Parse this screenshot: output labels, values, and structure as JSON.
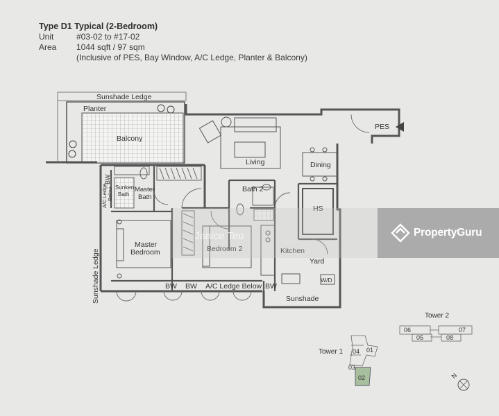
{
  "header": {
    "title": "Type D1 Typical (2-Bedroom)",
    "unit_label": "Unit",
    "unit_value": "#03-02 to #17-02",
    "area_label": "Area",
    "area_value": "1044 sqft / 97 sqm",
    "area_note": "(Inclusive of PES, Bay Window, A/C Ledge, Planter & Balcony)"
  },
  "rooms": {
    "sunshade_ledge_top": "Sunshade Ledge",
    "planter": "Planter",
    "balcony": "Balcony",
    "living": "Living",
    "dining": "Dining",
    "pes": "PES",
    "bw_vertical": "BW",
    "ac_ledge_below_a": "A/C Ledge",
    "ac_ledge_below_b": "Below",
    "sunken_bath_a": "Sunken",
    "sunken_bath_b": "Bath",
    "master_bath_a": "Master",
    "master_bath_b": "Bath",
    "bath2": "Bath 2",
    "hs": "HS",
    "master_bedroom_a": "Master",
    "master_bedroom_b": "Bedroom",
    "bedroom2": "Bedroom 2",
    "kitchen": "Kitchen",
    "yard": "Yard",
    "wd": "W/D",
    "sunshade_ledge_left": "Sunshade Ledge",
    "bw1": "BW",
    "bw2": "BW",
    "ac_ledge_below": "A/C Ledge Below",
    "bw3": "BW",
    "sunshade_bottom": "Sunshade"
  },
  "keyplan": {
    "tower1": "Tower 1",
    "tower2": "Tower 2",
    "units_t2_top": [
      "06",
      "07"
    ],
    "units_t2_bottom": [
      "05",
      "08"
    ],
    "units_t1": [
      "04",
      "01",
      "03",
      "02"
    ],
    "highlight_unit": "02",
    "highlight_color": "#a8bf9e"
  },
  "compass": {
    "label": "N"
  },
  "watermark": {
    "brand": "PropertyGuru",
    "agent": "Janice Teo"
  },
  "colors": {
    "background": "#e8e9e6",
    "wall": "#555555"
  }
}
